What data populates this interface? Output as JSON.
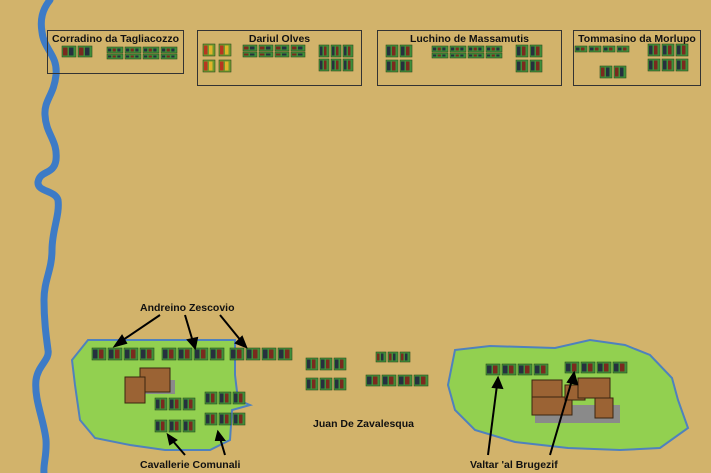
{
  "colors": {
    "sand": "#d2b36b",
    "river": "#3d7bc6",
    "field": "#92d050",
    "field_border": "#4f81bd",
    "unit_green": "#3f8f3a",
    "house_roof": "#9b6334",
    "house_shadow": "#8a8a8a"
  },
  "commanders": [
    {
      "name": "Corradino da Tagliacozzo"
    },
    {
      "name": "Dariul Olves"
    },
    {
      "name": "Luchino de Massamutis"
    },
    {
      "name": "Tommasino da Morlupo"
    }
  ],
  "labels": {
    "andreino": "Andreino Zescovio",
    "cavallerie": "Cavallerie Comunali",
    "juan": "Juan De Zavalesqua",
    "valtar": "Valtar 'al Brugezif"
  }
}
